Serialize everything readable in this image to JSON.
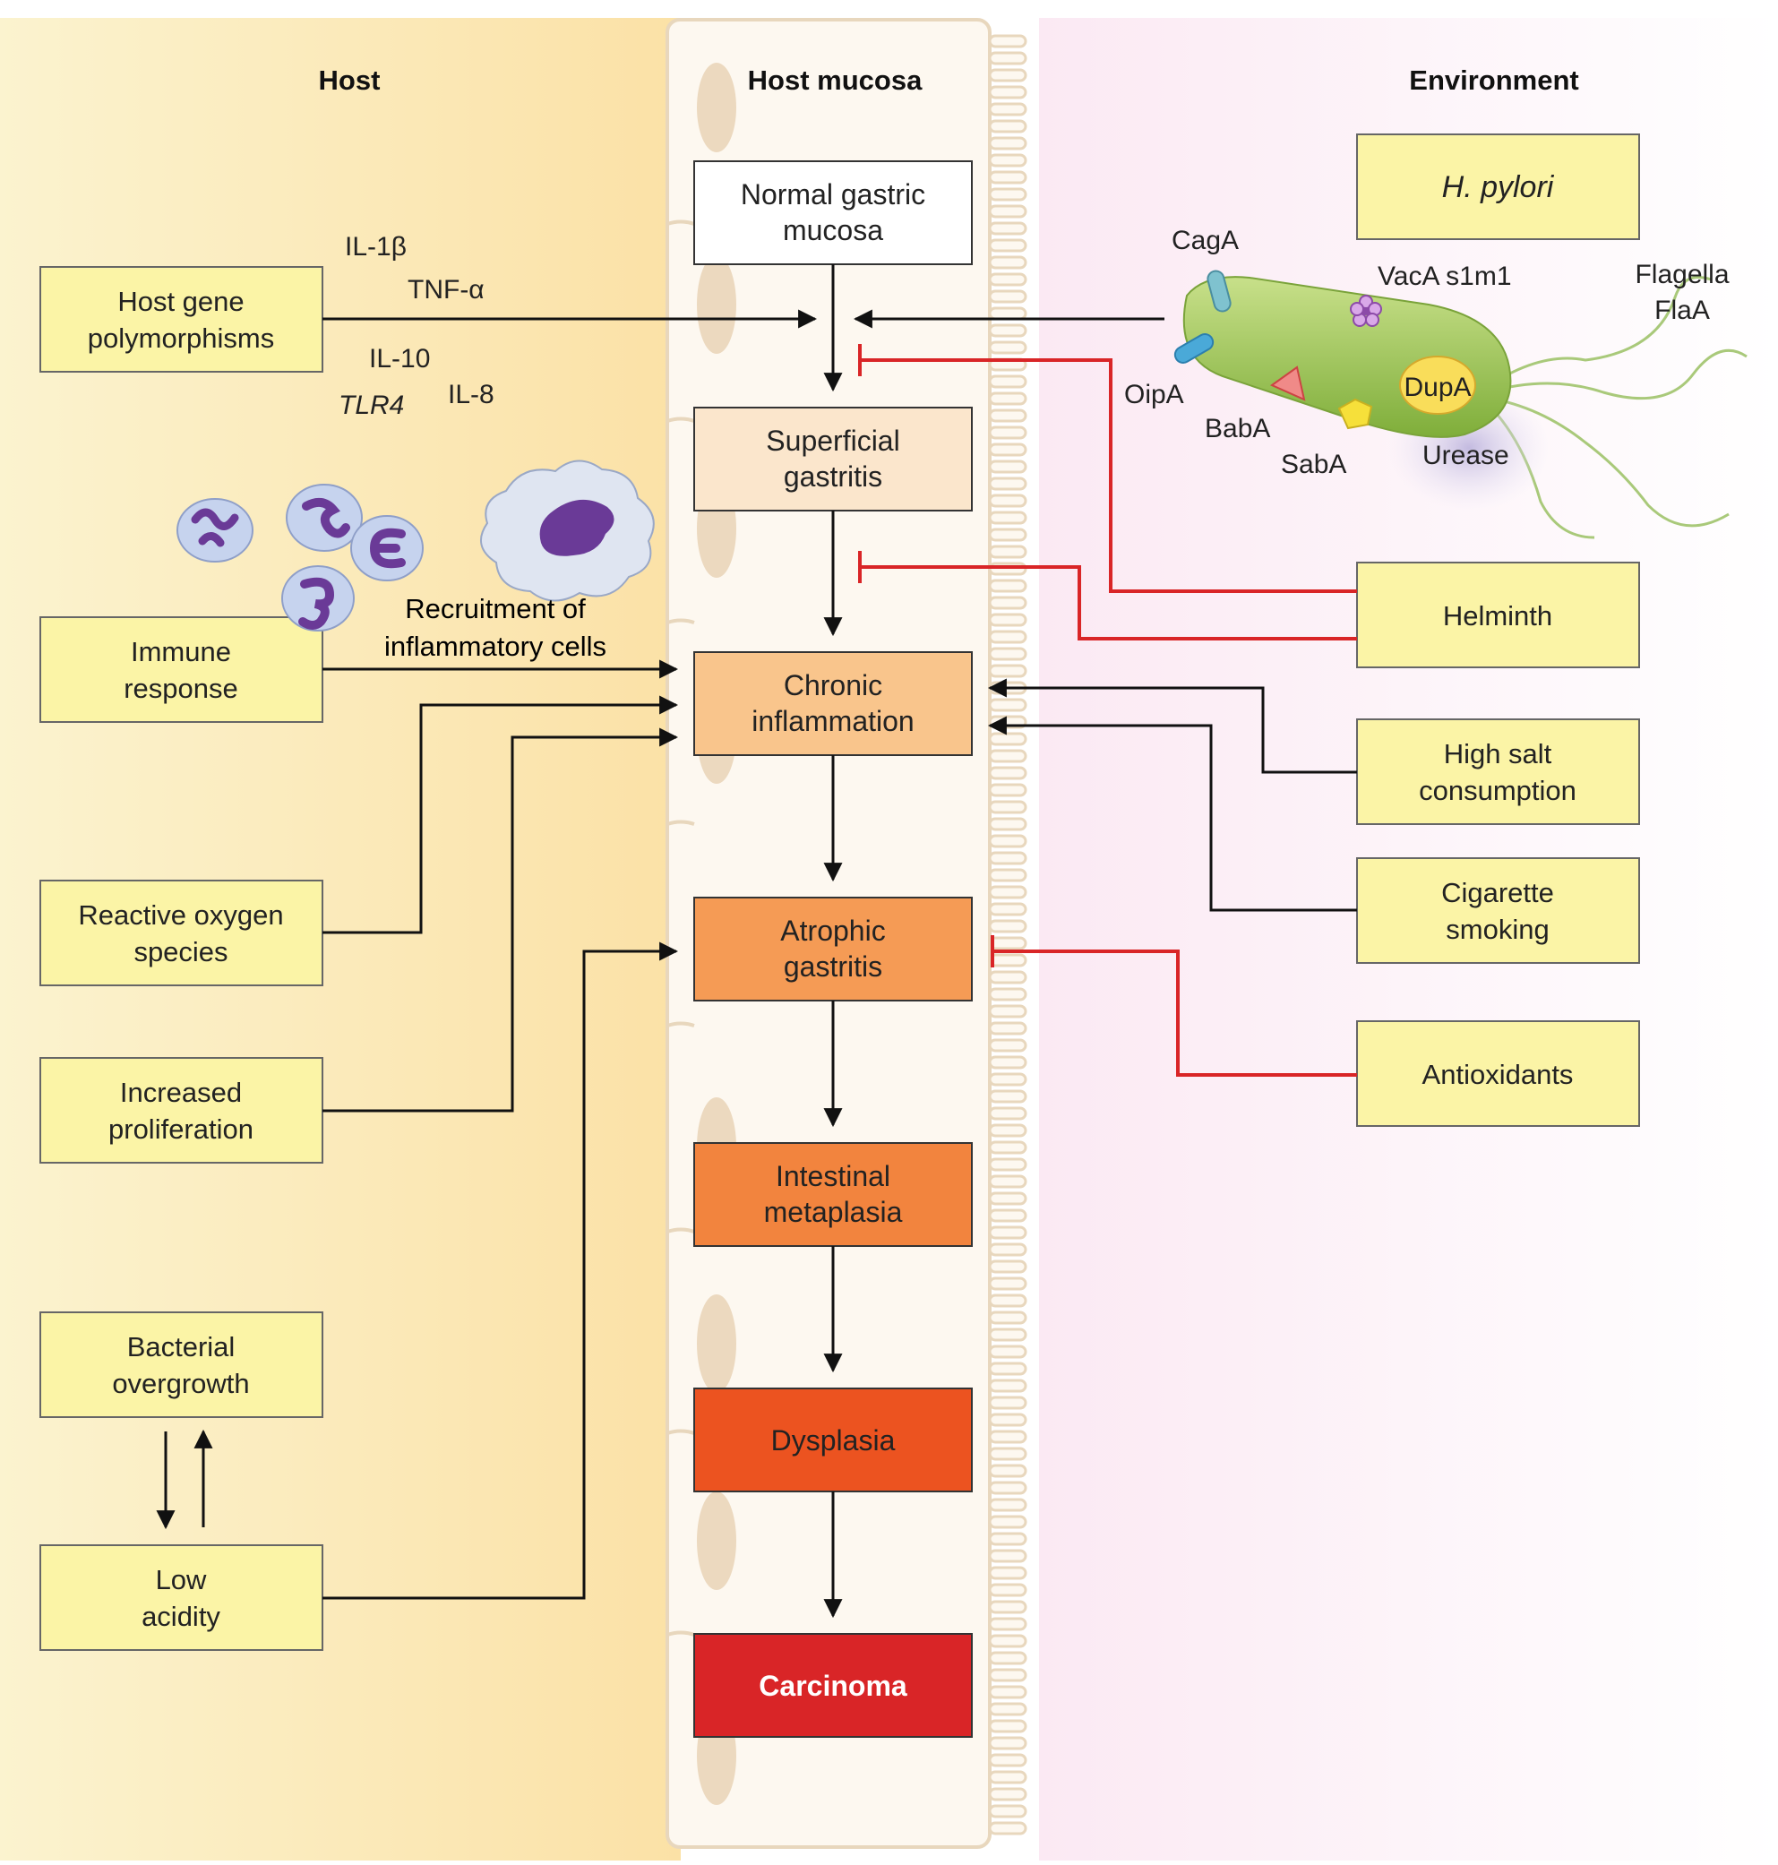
{
  "headers": {
    "host": "Host",
    "mucosa": "Host mucosa",
    "environment": "Environment"
  },
  "stages": [
    {
      "line1": "Normal gastric",
      "line2": "mucosa",
      "color": "#ffffff",
      "text_color": "#222222"
    },
    {
      "line1": "Superficial",
      "line2": "gastritis",
      "color": "#fbe6cc",
      "text_color": "#222222"
    },
    {
      "line1": "Chronic",
      "line2": "inflammation",
      "color": "#f9c58c",
      "text_color": "#222222"
    },
    {
      "line1": "Atrophic",
      "line2": "gastritis",
      "color": "#f59b55",
      "text_color": "#222222"
    },
    {
      "line1": "Intestinal",
      "line2": "metaplasia",
      "color": "#f2843e",
      "text_color": "#222222"
    },
    {
      "line1": "Dysplasia",
      "line2": "",
      "color": "#ec5320",
      "text_color": "#222222"
    },
    {
      "line1": "Carcinoma",
      "line2": "",
      "color": "#d92527",
      "text_color": "#ffffff"
    }
  ],
  "host_factors": {
    "gene": {
      "line1": "Host gene",
      "line2": "polymorphisms"
    },
    "immune": {
      "line1": "Immune",
      "line2": "response"
    },
    "ros": {
      "line1": "Reactive oxygen",
      "line2": "species"
    },
    "prolif": {
      "line1": "Increased",
      "line2": "proliferation"
    },
    "bacterial": {
      "line1": "Bacterial",
      "line2": "overgrowth"
    },
    "acidity": {
      "line1": "Low",
      "line2": "acidity"
    }
  },
  "env_factors": {
    "hpylori": "H. pylori",
    "helminth": "Helminth",
    "salt": {
      "line1": "High salt",
      "line2": "consumption"
    },
    "cigarette": {
      "line1": "Cigarette",
      "line2": "smoking"
    },
    "antioxidants": "Antioxidants"
  },
  "cytokines": {
    "il1b": "IL-1β",
    "tnfa": "TNF-α",
    "il10": "IL-10",
    "il8": "IL-8",
    "tlr4": "TLR4"
  },
  "recruitment": {
    "line1": "Recruitment of",
    "line2": "inflammatory cells"
  },
  "bacterium_labels": {
    "caga": "CagA",
    "vaca": "VacA s1m1",
    "flagella": "Flagella",
    "flaa": "FlaA",
    "oipa": "OipA",
    "baba": "BabA",
    "saba": "SabA",
    "dupa": "DupA",
    "urease": "Urease"
  },
  "colors": {
    "factor_box": "#fbf4a6",
    "inhibit": "#d92527",
    "arrow": "#111111"
  }
}
